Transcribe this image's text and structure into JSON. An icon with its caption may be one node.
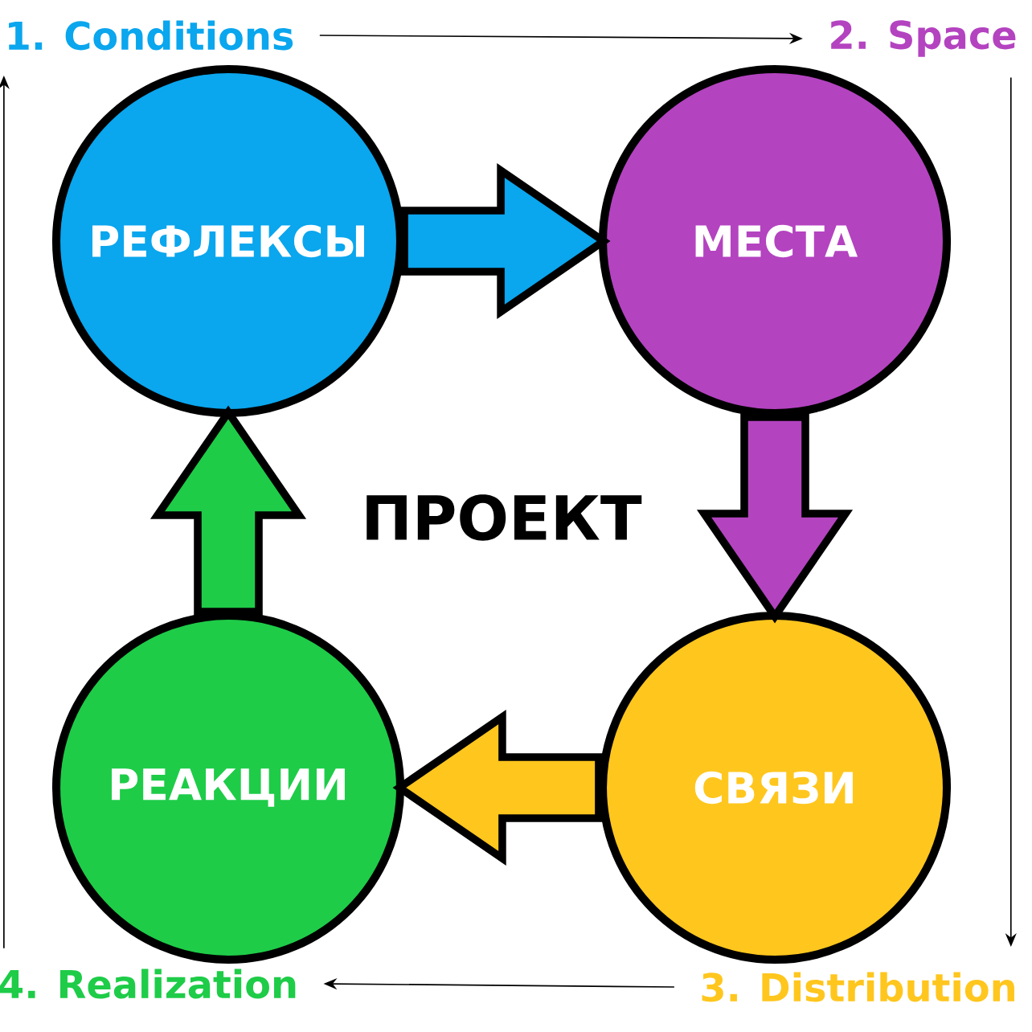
{
  "diagram": {
    "nodes": [
      {
        "text": [
          "РЕФЛЕКСЫ"
        ]
      },
      {
        "text": [
          "МЕСТА"
        ]
      },
      {
        "text": [
          "СВЯЗИ"
        ]
      },
      {
        "text": [
          "РЕАКЦИИ"
        ]
      },
      {
        "text": [
          "1. Conditions"
        ]
      },
      {
        "text": [
          "2. Space"
        ]
      },
      {
        "text": [
          "3. Distribution"
        ]
      },
      {
        "text": [
          "4. Realization"
        ]
      }
    ],
    "edges": [
      {
        "from": 0,
        "to": 1,
        "arrow": "to",
        "style": "thick",
        "color": "#0aa6ee"
      },
      {
        "from": 1,
        "to": 2,
        "arrow": "to",
        "style": "thick",
        "color": "#b443c0"
      },
      {
        "from": 2,
        "to": 3,
        "arrow": "to",
        "style": "thick",
        "color": "#ffc61e"
      },
      {
        "from": 3,
        "to": 0,
        "arrow": "to",
        "style": "thick",
        "color": "#1ecc48"
      },
      {
        "from": 4,
        "to": 5,
        "arrow": "to"
      },
      {
        "from": 5,
        "to": 6,
        "arrow": "to"
      },
      {
        "from": 6,
        "to": 7,
        "arrow": "to"
      },
      {
        "from": 7,
        "to": 4,
        "arrow": "to"
      }
    ],
    "labels": [
      "ПРОЕКТ"
    ]
  }
}
